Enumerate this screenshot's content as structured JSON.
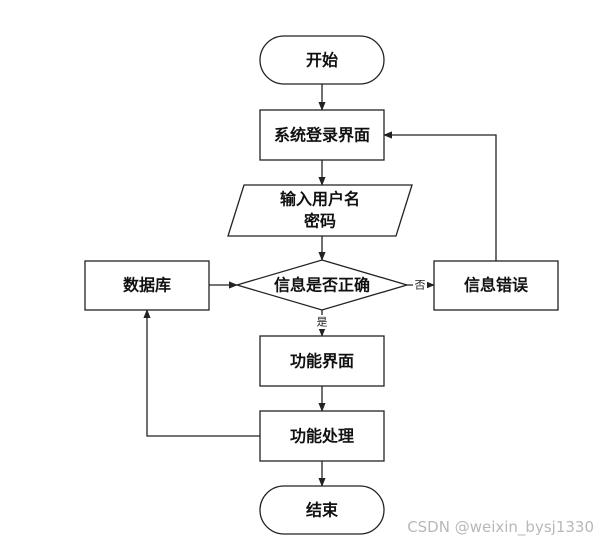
{
  "nodes": {
    "start": "开始",
    "login": "系统登录界面",
    "input_line1": "输入用户名",
    "input_line2": "密码",
    "decision": "信息是否正确",
    "database": "数据库",
    "error": "信息错误",
    "function_ui": "功能界面",
    "process": "功能处理",
    "end": "结束"
  },
  "edges": {
    "no": "否",
    "yes": "是"
  },
  "watermark": "CSDN @weixin_bysj1330"
}
